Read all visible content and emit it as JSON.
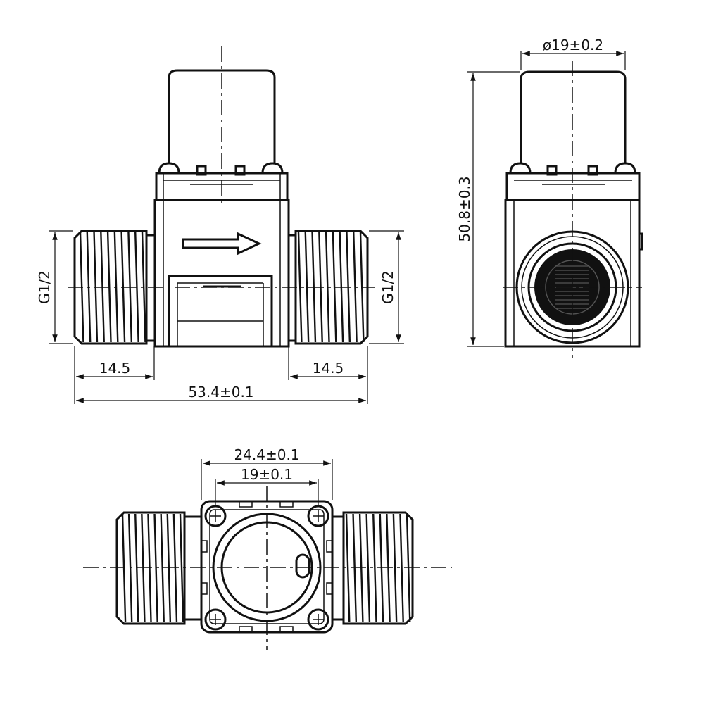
{
  "dimensions": {
    "thread_left": "G1/2",
    "thread_right": "G1/2",
    "thread_len_left": "14.5",
    "thread_len_right": "14.5",
    "overall_length": "53.4±0.1",
    "cap_diameter": "ø19±0.2",
    "overall_height": "50.8±0.3",
    "body_width": "24.4±0.1",
    "inner_width": "19±0.1"
  }
}
